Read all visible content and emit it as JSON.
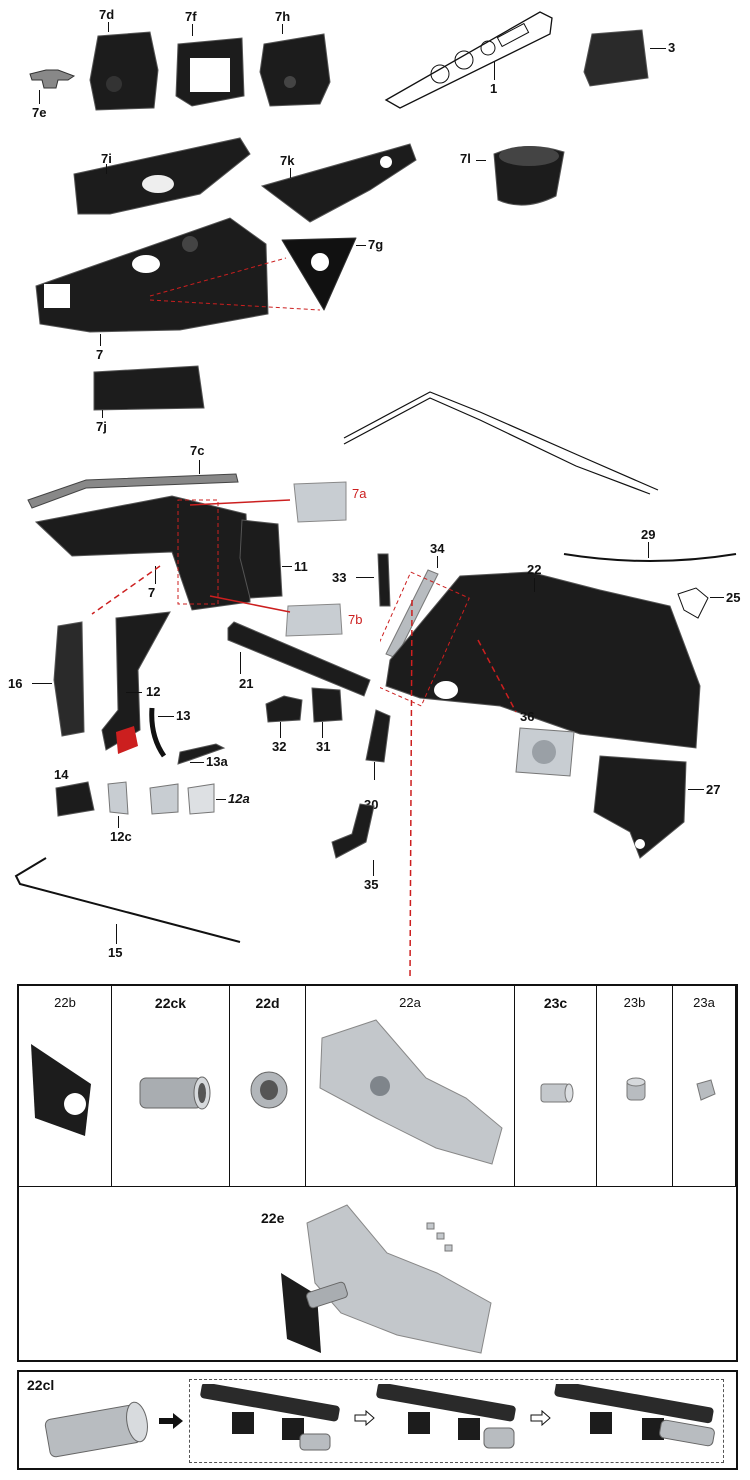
{
  "colors": {
    "callout_red": "#cc1f1f",
    "part_dark": "#1c1c1c",
    "part_metal": "#b8bcc0"
  },
  "callouts": {
    "c1": "1",
    "c3": "3",
    "c7d": "7d",
    "c7e": "7e",
    "c7f": "7f",
    "c7h": "7h",
    "c7i": "7i",
    "c7k": "7k",
    "c7l": "7l",
    "c7g": "7g",
    "c7": "7",
    "c7j": "7j",
    "c7c": "7c",
    "c7a": "7a",
    "c7b": "7b",
    "c7_lower": "7",
    "c11": "11",
    "c16": "16",
    "c12": "12",
    "c13": "13",
    "c13a": "13a",
    "c14": "14",
    "c12a": "12a",
    "c12c": "12c",
    "c15": "15",
    "c21": "21",
    "c32": "32",
    "c31": "31",
    "c33": "33",
    "c34": "34",
    "c22": "22",
    "c29": "29",
    "c25": "25",
    "c36": "36",
    "c30": "30",
    "c27": "27",
    "c35": "35"
  },
  "table": {
    "headers": [
      {
        "label": "22b",
        "bold": false
      },
      {
        "label": "22ck",
        "bold": true
      },
      {
        "label": "22d",
        "bold": true
      },
      {
        "label": "22a",
        "bold": false
      },
      {
        "label": "23c",
        "bold": true
      },
      {
        "label": "23b",
        "bold": false
      },
      {
        "label": "23a",
        "bold": false
      }
    ],
    "assembly_label": "22e"
  },
  "sleeve": {
    "label": "22cl"
  }
}
